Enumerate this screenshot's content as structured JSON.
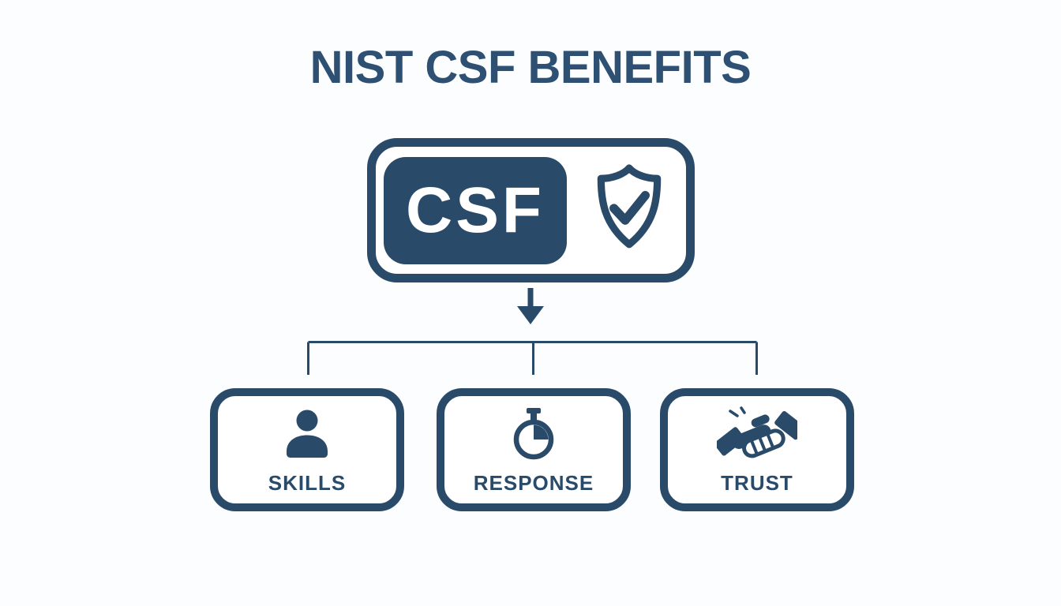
{
  "page": {
    "background": "#fbfdfe"
  },
  "colors": {
    "ink": "#2a4a69",
    "title": "#2e5173",
    "badge_fill": "#2a4a69",
    "box_background": "#ffffff",
    "csf_text_color": "#ffffff"
  },
  "header": {
    "title": "NIST CSF BENEFITS"
  },
  "main_badge": {
    "label": "CSF",
    "icon": "shield-check-icon"
  },
  "flow": {
    "arrow_icon": "arrow-down-icon",
    "connector": "three-branch-tree"
  },
  "benefits": [
    {
      "label": "SKILLS",
      "icon": "person-icon"
    },
    {
      "label": "RESPONSE",
      "icon": "stopwatch-icon"
    },
    {
      "label": "TRUST",
      "icon": "handshake-icon"
    }
  ]
}
